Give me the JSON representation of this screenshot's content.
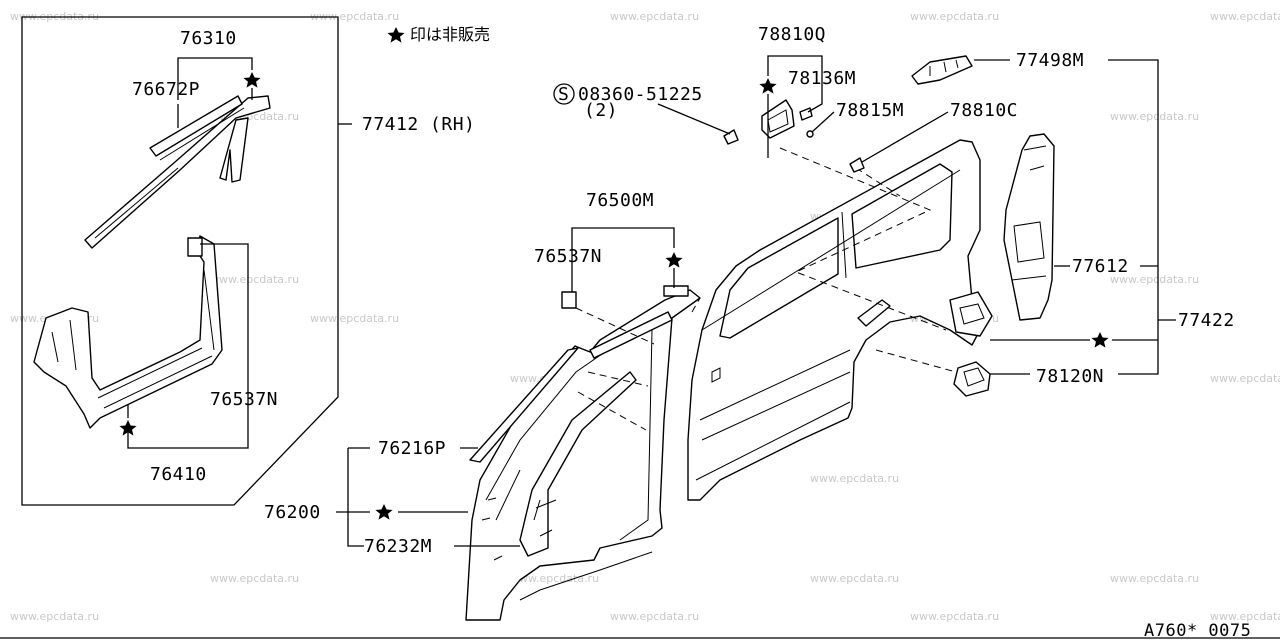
{
  "watermark": "www.epcdata.ru",
  "legend": {
    "text": "印は非販売"
  },
  "code": "A760* 0075",
  "labels": {
    "p76310": "76310",
    "p76672P": "76672P",
    "p77412": "77412 (RH)",
    "p76537N_left": "76537N",
    "p76410": "76410",
    "p08360": "08360-51225",
    "p08360_qty": "(2)",
    "p78810Q": "78810Q",
    "p78136M": "78136M",
    "p78815M": "78815M",
    "p78810C": "78810C",
    "p77498M": "77498M",
    "p76500M": "76500M",
    "p76537N_mid": "76537N",
    "p77612": "77612",
    "p77422": "77422",
    "p78120N": "78120N",
    "p76216P": "76216P",
    "p76200": "76200",
    "p76232M": "76232M"
  },
  "bolt_symbol": "S"
}
